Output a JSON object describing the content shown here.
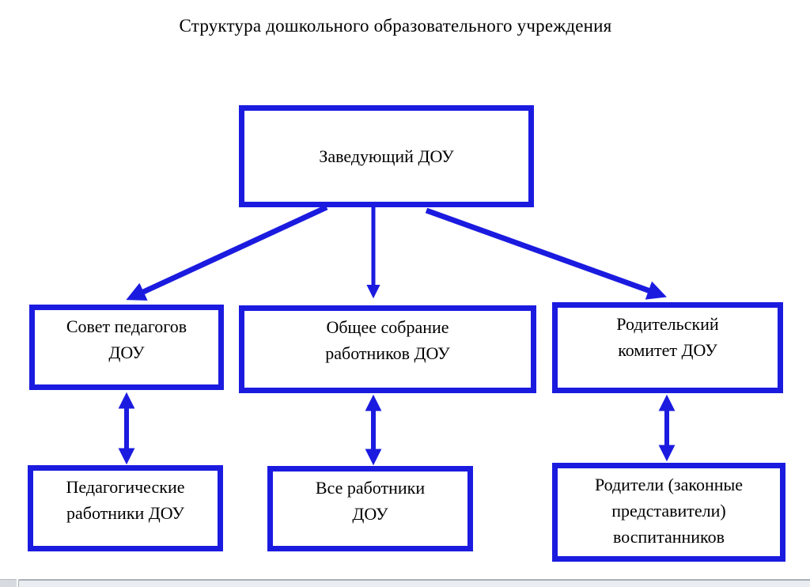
{
  "title": "Структура дошкольного образовательного учреждения",
  "colors": {
    "accent_blue": "#1b1be0",
    "text": "#000000",
    "background": "#ffffff"
  },
  "diagram": {
    "root": {
      "label": "Заведующий ДОУ"
    },
    "level2": [
      {
        "label": "Совет педагогов\nДОУ"
      },
      {
        "label": "Общее собрание\nработников ДОУ"
      },
      {
        "label": "Родительский\nкомитет ДОУ"
      }
    ],
    "level3": [
      {
        "label": "Педагогические\nработники ДОУ"
      },
      {
        "label": "Все работники\nДОУ"
      },
      {
        "label": "Родители (законные\nпредставители)\nвоспитанников"
      }
    ],
    "connections": [
      {
        "from": "Заведующий ДОУ",
        "to": "Совет педагогов ДОУ",
        "type": "one-way"
      },
      {
        "from": "Заведующий ДОУ",
        "to": "Общее собрание работников ДОУ",
        "type": "one-way"
      },
      {
        "from": "Заведующий ДОУ",
        "to": "Родительский комитет ДОУ",
        "type": "one-way"
      },
      {
        "from": "Совет педагогов ДОУ",
        "to": "Педагогические работники ДОУ",
        "type": "two-way"
      },
      {
        "from": "Общее собрание работников ДОУ",
        "to": "Все работники ДОУ",
        "type": "two-way"
      },
      {
        "from": "Родительский комитет ДОУ",
        "to": "Родители (законные представители) воспитанников",
        "type": "two-way"
      }
    ]
  }
}
